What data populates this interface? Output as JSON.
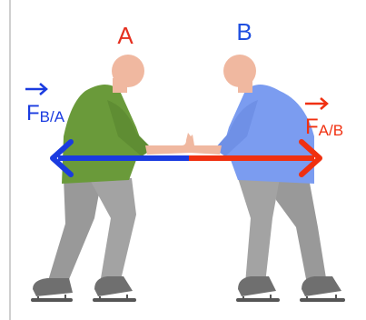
{
  "labels": {
    "skater_a": "A",
    "skater_b": "B",
    "force_b_on_a": {
      "symbol": "F",
      "subscript": "B/A"
    },
    "force_a_on_b": {
      "symbol": "F",
      "subscript": "A/B"
    }
  },
  "colors": {
    "skater_a_shirt": "#6a9a3a",
    "skater_b_shirt": "#7b9cf0",
    "skin": "#f0b8a0",
    "pants": "#9a9a9a",
    "skates": "#6f6f6f",
    "force_b_on_a": "#1a3be0",
    "force_a_on_b": "#f03010",
    "label_a": "#e53020",
    "label_b": "#2050e0",
    "frame_border": "#cfcfcf"
  }
}
